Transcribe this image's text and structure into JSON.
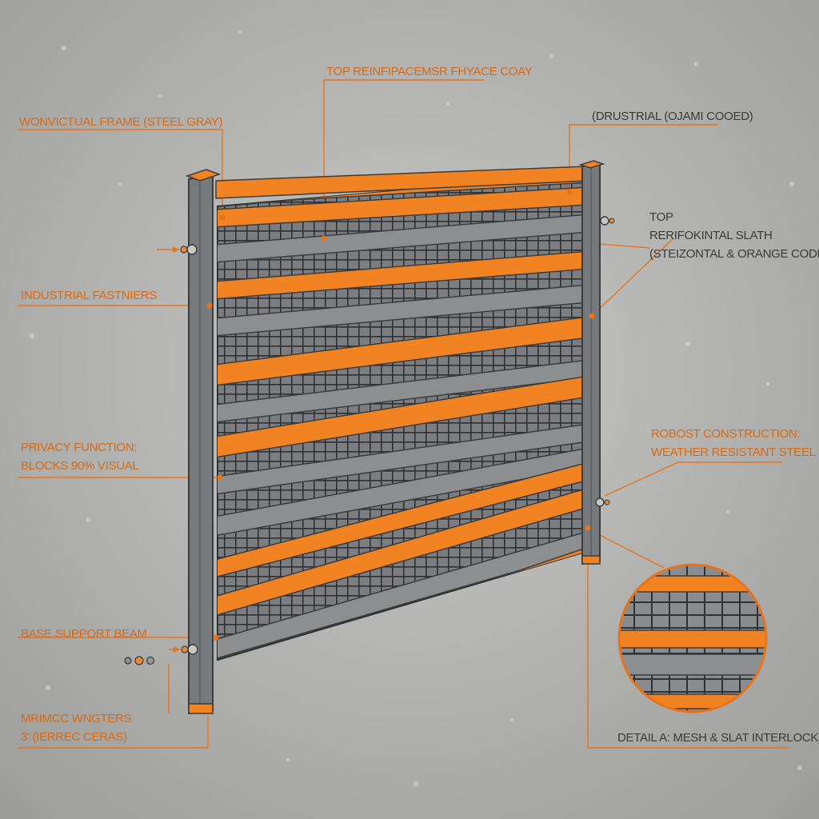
{
  "colors": {
    "background": "#b4b4b2",
    "frame": "#777a7c",
    "frame_dark": "#3a3c3e",
    "mesh": "#3c3d3f",
    "slat_gray": "#8c8e90",
    "slat_orange": "#f28322",
    "leader": "#e8731a",
    "label_orange": "#d86a14",
    "label_dark": "#3a3a3a"
  },
  "labels": {
    "top_center": "TOP REINFIPACEMSR FHYACE COAY",
    "frame": "WONVICTUAL FRAME (STEEL GRAY)",
    "coded": "(DRUSTRIAL (OJAMI COOED)",
    "fasteners": "INDUSTRIAL FASTNIERS",
    "top_right": "TOP\nRERIFOKINTAL SLATH\n(STEIZONTAL & ORANGE CODED)",
    "privacy": "PRIVACY FUNCTION:\nBLOCKS 90% VISUAL",
    "robust": "ROBOST CONSTRUCTION:\nWEATHER RESISTANT STEEL",
    "base": "BASE SUPPORT BEAM",
    "bottom_left": "MRIMCC WNGTERS\n3' (IERREC CERAS)",
    "detail": "DETAIL A: MESH & SLAT INTERLOCK)"
  },
  "icons": [
    "bolt-icon",
    "nut-icon",
    "fastener-arrow-icon"
  ]
}
